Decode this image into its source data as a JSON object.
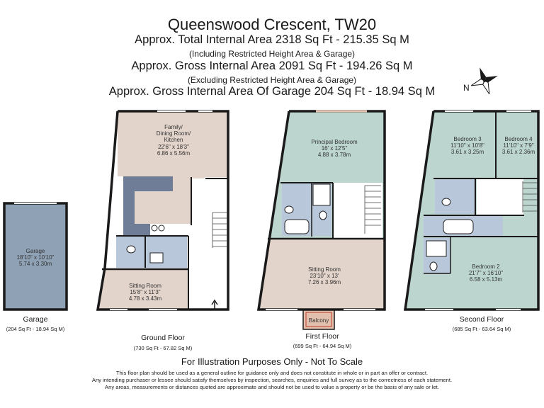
{
  "header": {
    "title": "Queenswood Crescent, TW20",
    "total_area": "Approx. Total Internal Area  2318 Sq Ft  -  215.35 Sq M",
    "total_note": "(Including Restricted Height Area & Garage)",
    "gross_area": "Approx. Gross Internal Area  2091 Sq Ft  -  194.26 Sq M",
    "gross_note": "(Excluding Restricted Height Area & Garage)",
    "garage_area": "Approx. Gross Internal Area Of Garage  204 Sq Ft  -  18.94 Sq M"
  },
  "compass": {
    "label": "N",
    "icon": "compass-rose-icon"
  },
  "colors": {
    "room_blue": "#b9c7da",
    "bedroom_green": "#bcd6cf",
    "garage": "#8fa1b5",
    "kitchen": "#6f7d96",
    "pink": "#e3c0ae",
    "wall": "#1a1a1a"
  },
  "garage": {
    "room_name": "Garage",
    "room_dim_imperial": "18'10\" x 10'10\"",
    "room_dim_metric": "5.74 x 3.30m",
    "floor_title": "Garage",
    "floor_area": "(204 Sq Ft  -  18.94 Sq M)"
  },
  "ground_floor": {
    "floor_title": "Ground Floor",
    "floor_area": "(730 Sq Ft  -  67.82 Sq M)",
    "family_name1": "Family/",
    "family_name2": "Dining Room/",
    "family_name3": "Kitchen",
    "family_dim_imperial": "22'6\" x 18'3\"",
    "family_dim_metric": "6.86 x 5.56m",
    "sitting_name": "Sitting Room",
    "sitting_dim_imperial": "15'8\" x 11'3\"",
    "sitting_dim_metric": "4.78 x 3.43m"
  },
  "first_floor": {
    "floor_title": "First Floor",
    "floor_area": "(699 Sq Ft  -  64.94 Sq M)",
    "principal_name": "Principal Bedroom",
    "principal_dim_imperial": "16' x 12'5\"",
    "principal_dim_metric": "4.88 x 3.78m",
    "sitting_name": "Sitting Room",
    "sitting_dim_imperial": "23'10\" x 13'",
    "sitting_dim_metric": "7.26 x 3.96m",
    "balcony": "Balcony"
  },
  "second_floor": {
    "floor_title": "Second Floor",
    "floor_area": "(685 Sq Ft  -  63.64 Sq M)",
    "bed3_name": "Bedroom 3",
    "bed3_dim_imperial": "11'10\" x 10'8\"",
    "bed3_dim_metric": "3.61 x 3.25m",
    "bed4_name": "Bedroom 4",
    "bed4_dim_imperial": "11'10\" x 7'9\"",
    "bed4_dim_metric": "3.61 x 2.36m",
    "bed2_name": "Bedroom 2",
    "bed2_dim_imperial": "21'7\" x 16'10\"",
    "bed2_dim_metric": "6.58 x 5.13m"
  },
  "footer": {
    "main": "For Illustration Purposes Only - Not To Scale",
    "line1": "This floor plan should be used as a general outline for guidance only and does not constitute in whole or in part an offer or contract.",
    "line2": "Any intending purchaser or lessee should satisfy themselves by inspection, searches, enquiries and full survey as to the correctness of each statement.",
    "line3": "Any areas, measurements or distances quoted are approximate and should not be used to value a property or be the basis of any sale or let."
  }
}
